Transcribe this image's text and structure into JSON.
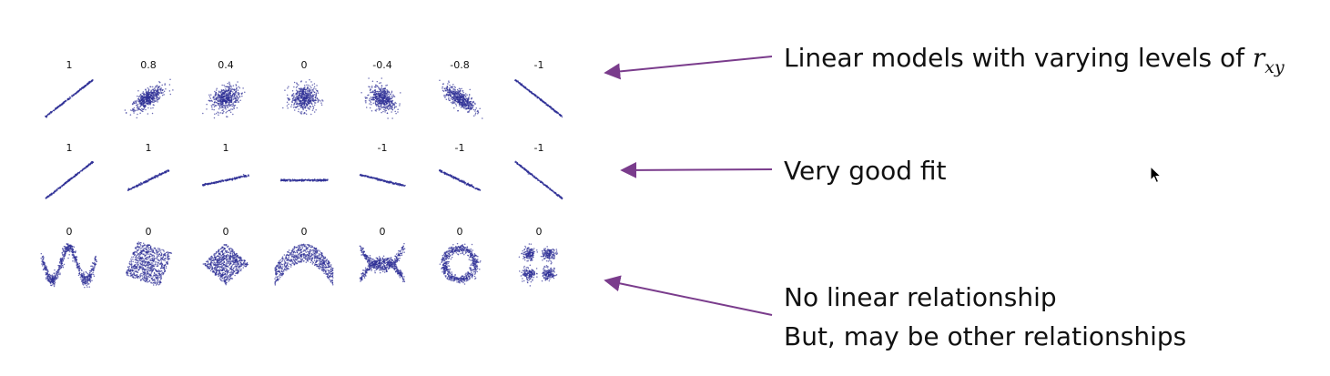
{
  "colors": {
    "dots": "#2e2f96",
    "arrow": "#7a3c8c",
    "text": "#111111"
  },
  "rows": [
    {
      "name": "linear-models",
      "cells": [
        {
          "label": "1",
          "shape": "line-positive-steep"
        },
        {
          "label": "0.8",
          "shape": "ellipse-positive-narrow"
        },
        {
          "label": "0.4",
          "shape": "ellipse-positive-wide"
        },
        {
          "label": "0",
          "shape": "cloud-round"
        },
        {
          "label": "-0.4",
          "shape": "ellipse-negative-wide"
        },
        {
          "label": "-0.8",
          "shape": "ellipse-negative-narrow"
        },
        {
          "label": "-1",
          "shape": "line-negative-steep"
        }
      ],
      "annotation": {
        "lines": [
          "Linear models with varying levels of "
        ],
        "math_symbol": "r",
        "math_subscript": "xy"
      }
    },
    {
      "name": "good-fit",
      "cells": [
        {
          "label": "1",
          "shape": "line-positive-steep"
        },
        {
          "label": "1",
          "shape": "line-positive-medium"
        },
        {
          "label": "1",
          "shape": "line-positive-shallow"
        },
        {
          "label": "",
          "shape": "line-flat"
        },
        {
          "label": "-1",
          "shape": "line-negative-shallow"
        },
        {
          "label": "-1",
          "shape": "line-negative-medium"
        },
        {
          "label": "-1",
          "shape": "line-negative-steep"
        }
      ],
      "annotation": {
        "lines": [
          "Very good fit"
        ]
      }
    },
    {
      "name": "nonlinear",
      "cells": [
        {
          "label": "0",
          "shape": "w-curve"
        },
        {
          "label": "0",
          "shape": "rotated-square"
        },
        {
          "label": "0",
          "shape": "diamond"
        },
        {
          "label": "0",
          "shape": "parabola"
        },
        {
          "label": "0",
          "shape": "x-cross"
        },
        {
          "label": "0",
          "shape": "ring"
        },
        {
          "label": "0",
          "shape": "four-clusters"
        }
      ],
      "annotation": {
        "lines": [
          "No linear relationship",
          "But, may be other relationships"
        ]
      }
    }
  ],
  "cursor_icon": "mouse-pointer-icon"
}
